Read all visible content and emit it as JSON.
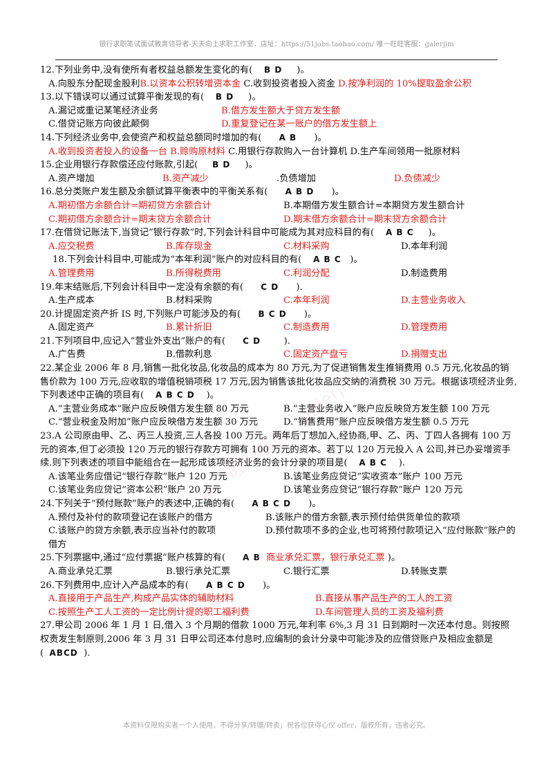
{
  "header": "银行求职笔试面试教育领导者-天天向上求职工作室，店址：https://51jobs.taobao.com/ 唯一旺旺客服：galerjim",
  "footer": "本资料仅限购买者一个人使用，不得分享/转赠/转卖；祝各位获得心仪 offer，版权所有，违者必究。",
  "watermark": "唯一旺旺客服：galerjim",
  "q12": {
    "stem": "12.下列业务中,没有使所有者权益总额发生变化的有(",
    "ans": "B    D",
    "end": ")。",
    "a": "A.向股东分配现金股利",
    "b": "B.以资本公积转增资本金",
    "c": "C.收到投资者投入资金",
    "d": "D.按净利润的 10%提取盈余公积"
  },
  "q13": {
    "stem": "13.以下错误可以通过试算平衡发现的有(",
    "ans": "B    D",
    "end": ")。",
    "a": "A.漏记或重记某笔经济业务",
    "b": "B.借方发生额大于贷方发生额",
    "c": "C.借贷记账方向彼此颠倒",
    "d": "D.重复登记在某一账户的借方发生额上"
  },
  "q14": {
    "stem": "14.下列经济业务中,会使资产和权益总额同时增加的有(",
    "ans": "A    B",
    "end": ")。",
    "a": "A.收到投资者投入的设备一台",
    "b": "B.赊购原材料",
    "c": "C.用银行存款购入一台计算机",
    "d": "D.生产车间领用一批原材料"
  },
  "q15": {
    "stem": "15.企业用银行存款偿还应付账款,引起(",
    "ans": "B    D",
    "end": ")。",
    "a": "A.资产增加",
    "b": "B.资产减少",
    "c": ".负债增加",
    "d": "D.负债减少"
  },
  "q16": {
    "stem": "16.总分类账户发生额及余额试算平衡表中的平衡关系有(",
    "ans": "A  B  D",
    "end": ")。",
    "a": "A.期初借方余额合计=期初贷方余额合计",
    "b": "B.本期借方发生额合计=本期贷方发生额合计",
    "c": "C.期初借方余额合计=期末贷方余额合计",
    "d": "D.期末借方余额合计=期末贷方余额合计"
  },
  "q17": {
    "stem": "17.在借贷记账法下,当贷记“银行存款”时,下列会计科目中可能成为其对应科目的有(",
    "ans": "A  B  C",
    "end": ")。",
    "a": "A.应交税费",
    "b": "B.库存现金",
    "c": "C.材料采购",
    "d": "D.本年利润"
  },
  "q18": {
    "stem": "18.下列会计科目中,可能成为“本年利润”账户的对应科目的有(",
    "ans": "A  B  C",
    "end": ")。",
    "a": "A.管理费用",
    "b": "B.所得税费用",
    "c": "C.利润分配",
    "d": "D.制造费用"
  },
  "q19": {
    "stem": "19.年末结账后,下列会计科目中一定没有余额的有(",
    "ans": "C    D",
    "end": ").",
    "a": "A.生产成本",
    "b": "B.材料采购",
    "c": "C.本年利润",
    "d": "D.主营业务收入"
  },
  "q20": {
    "stem": "20.计提固定资产折 IS 时,下列账户可能涉及的有(",
    "ans": "B  C  D",
    "end": ")。",
    "a": "A.固定资产",
    "b": "B.累计折旧",
    "c": "C.制造费用",
    "d": "D.管理费用"
  },
  "q21": {
    "stem": "21.下列项目中,应记入“营业外支出”账户的有(",
    "ans": "C    D",
    "end": ").",
    "a": "A.广告费",
    "b": "B.借款利息",
    "c": "C.固定资产盘亏",
    "d": "D.捐赠支出"
  },
  "q22": {
    "stem": "22.某企业 2006 年 8 月,销售一批化妆品,化妆品的成本为 80 万元,为了促进销售发生推销费用 0.5 万元,化妆品的销售价款为 100 万元,应收取的增值税销项税 17 万元,因为销售该批化妆品应交纳的消费税 30 万元。根据该项经济业务,下列表述中正确的项目有(",
    "ans": "A  B  C  D",
    "end": ")。",
    "a": "A.“主营业务成本”账户应反映借方发生额 80 万元",
    "b": "B.“主营业务收入”账户应反映贷方发生额 100 万元",
    "c": "C.“营业税金及附加”账户应反映借方发生额 30 万元",
    "d": "D.“销售费用”账户应反映借方发生额 0.5 万元"
  },
  "q23": {
    "stem": "23.A 公司原由甲、乙、丙三人投资,三人各投 100 万元。两年后丁想加入,经协商,甲、乙、丙、丁四人各拥有 100 万元的资本,但丁必须投 120 万元的银行存款方可拥有 100 万元的资本。若丁以 120 万元投入 A 公司,并已办妥增资手续.则下列表述的项目中能组合在一起形成该项经济业务的会计分录的项目是(",
    "ans": "A  B  C",
    "end": ").",
    "a": "A.该笔业务应借记“银行存款”账户 120 万元",
    "b": "B.该笔业务应贷记“实收资本”账户 100 万元",
    "c": "C.该笔业务应贷记“资本公积”账户 20 万元",
    "d": "D.该笔业务应贷记“银行存款”账户 120 万元"
  },
  "q24": {
    "stem": "24.下列关于“预付账款”账户的表述中,正确的有(",
    "ans": "A  B  C  D",
    "end": ")。",
    "a": "A.预付及补付的款项登记在该账户的借方",
    "b": "B.该账户的借方余额,表示预付给供货单位的款项",
    "c": "C.该账户的贷方余额,表示应当补付的款项",
    "d": "D.预付款项不多的企业,也可将预付款项记入“应付账款”账户的借方"
  },
  "q25": {
    "stem": "25.下列票据中,通过“应付票据”账户核算的有(",
    "ans": "A    B",
    "note": "商业承兑汇票，银行承兑汇票",
    "end": ")。",
    "a": "A.商业承兑汇票",
    "b": "B.银行承兑汇票",
    "c": "C.银行汇票",
    "d": "D.转账支票"
  },
  "q26": {
    "stem": "26.下列费用中,应计入产品成本的有(",
    "ans": "A  B  C  D",
    "end": ")。",
    "a": "A.直接用于产品生产,构成产品实体的辅助材料",
    "b": "B.直接从事产品生产的工人的工资",
    "c": "C.按照生产工人工资的一定比例计提的职工福利费",
    "d": "D.车间管理人员的工资及福利费"
  },
  "q27": {
    "stem": "27.甲公司 2006 年 1 月 1 日,借入 3 个月期的借款 1000 万元,年利率 6%,3 月 31 日到期时一次还本付息。则按照权责发生制原则,2006 年 3 月 31 日甲公司还本付息时,应编制的会计分录中可能涉及的应借贷账户及相应金额是(",
    "ans": "ABCD",
    "end": ")."
  }
}
